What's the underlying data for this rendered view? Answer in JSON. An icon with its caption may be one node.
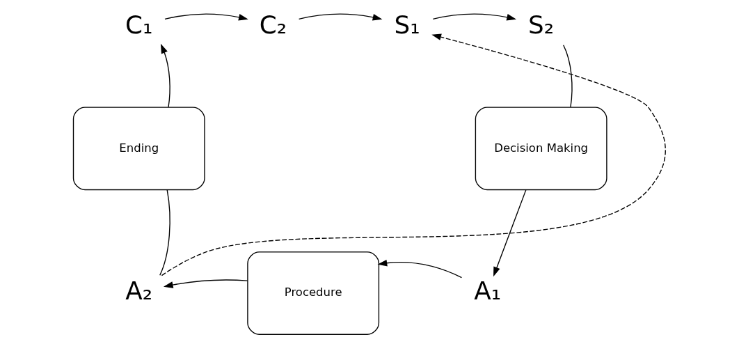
{
  "diagram": {
    "nodes": [
      {
        "text": [
          "C₁"
        ]
      },
      {
        "text": [
          "C₂"
        ]
      },
      {
        "text": [
          "S₁"
        ]
      },
      {
        "text": [
          "S₂"
        ]
      },
      {
        "text": [
          "Decision Making"
        ]
      },
      {
        "text": [
          "A₁"
        ]
      },
      {
        "text": [
          "Procedure"
        ]
      },
      {
        "text": [
          "A₂"
        ]
      },
      {
        "text": [
          "Ending"
        ]
      }
    ],
    "edges": [
      {
        "from": 8,
        "to": 0,
        "arrow": "to"
      },
      {
        "from": 0,
        "to": 1,
        "arrow": "to"
      },
      {
        "from": 1,
        "to": 2,
        "arrow": "to"
      },
      {
        "from": 2,
        "to": 3,
        "arrow": "to"
      },
      {
        "from": 3,
        "to": 4,
        "arrow": "none"
      },
      {
        "from": 4,
        "to": 5,
        "arrow": "to"
      },
      {
        "from": 5,
        "to": 6,
        "arrow": "to"
      },
      {
        "from": 6,
        "to": 7,
        "arrow": "to"
      },
      {
        "from": 7,
        "to": 8,
        "arrow": "none"
      },
      {
        "from": 7,
        "to": 2,
        "arrow": "to",
        "style": "dashed"
      }
    ]
  }
}
